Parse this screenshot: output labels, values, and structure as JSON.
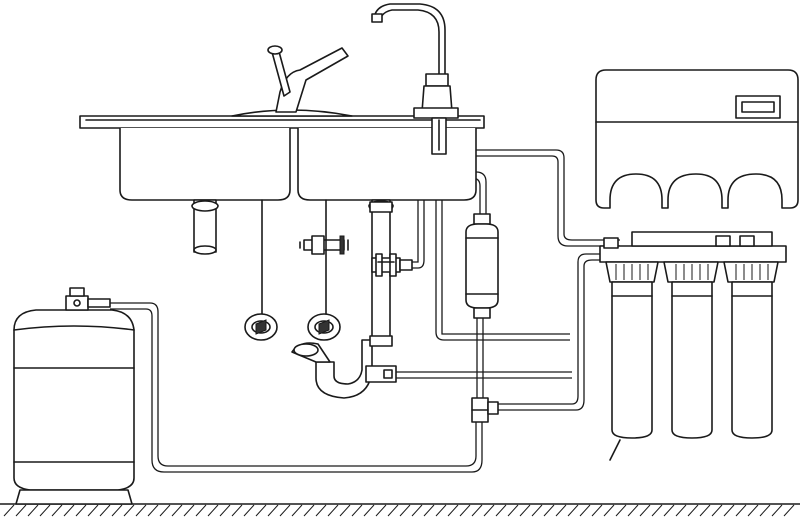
{
  "diagram": {
    "components": [
      "reverse-osmosis-storage-tank",
      "tank-ball-valve",
      "double-basin-kitchen-sink",
      "kitchen-faucet",
      "ro-drinking-faucet",
      "air-gap",
      "p-trap-drain",
      "drain-saddle",
      "feed-water-adapter-valve",
      "inline-post-carbon-filter",
      "tee-fitting",
      "three-stage-prefilter-housings",
      "ro-membrane-housing-bracket",
      "supply-tubing",
      "floor"
    ],
    "labels": []
  }
}
